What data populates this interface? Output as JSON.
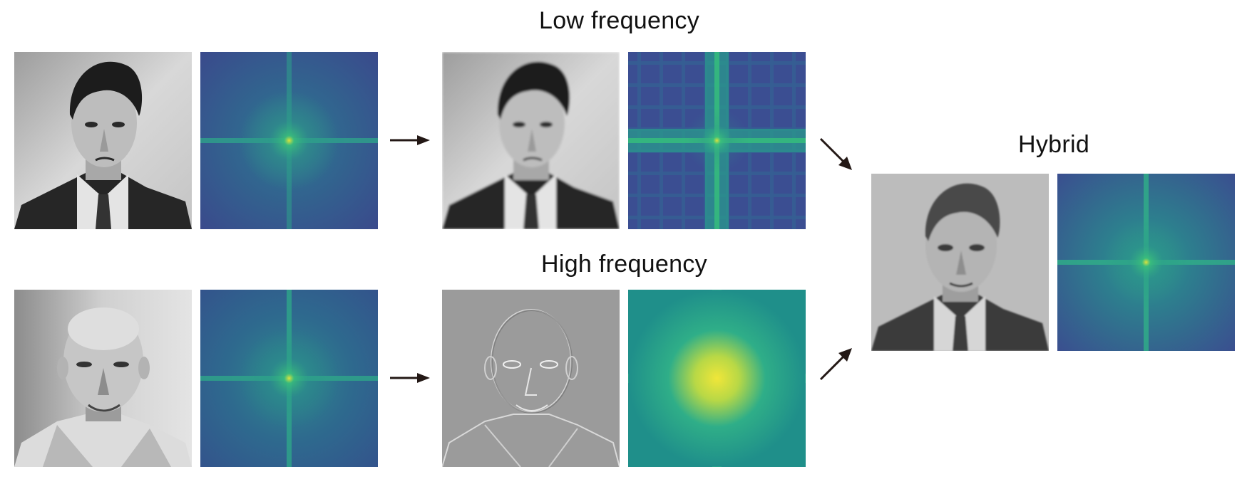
{
  "labels": {
    "low_frequency": "Low frequency",
    "high_frequency": "High frequency",
    "hybrid": "Hybrid"
  },
  "colors": {
    "spectrum_dark_blue": "#3a4f8f",
    "spectrum_teal": "#1f9a8a",
    "spectrum_green": "#35c27a",
    "spectrum_yellow": "#e6e53a",
    "arrow": "#231815",
    "photo_background": "#c8c8c8",
    "highpass_gray": "#9a9a9a"
  },
  "panels": [
    {
      "kind": "photo",
      "subject": "young-man-portrait"
    },
    {
      "kind": "spectrum",
      "variant": "original-young"
    },
    {
      "kind": "photo",
      "subject": "young-man-blurred"
    },
    {
      "kind": "spectrum",
      "variant": "low-pass"
    },
    {
      "kind": "photo",
      "subject": "old-man-portrait"
    },
    {
      "kind": "spectrum",
      "variant": "original-old"
    },
    {
      "kind": "photo",
      "subject": "old-man-edges"
    },
    {
      "kind": "spectrum",
      "variant": "high-pass"
    },
    {
      "kind": "photo",
      "subject": "hybrid-portrait"
    },
    {
      "kind": "spectrum",
      "variant": "hybrid"
    }
  ]
}
